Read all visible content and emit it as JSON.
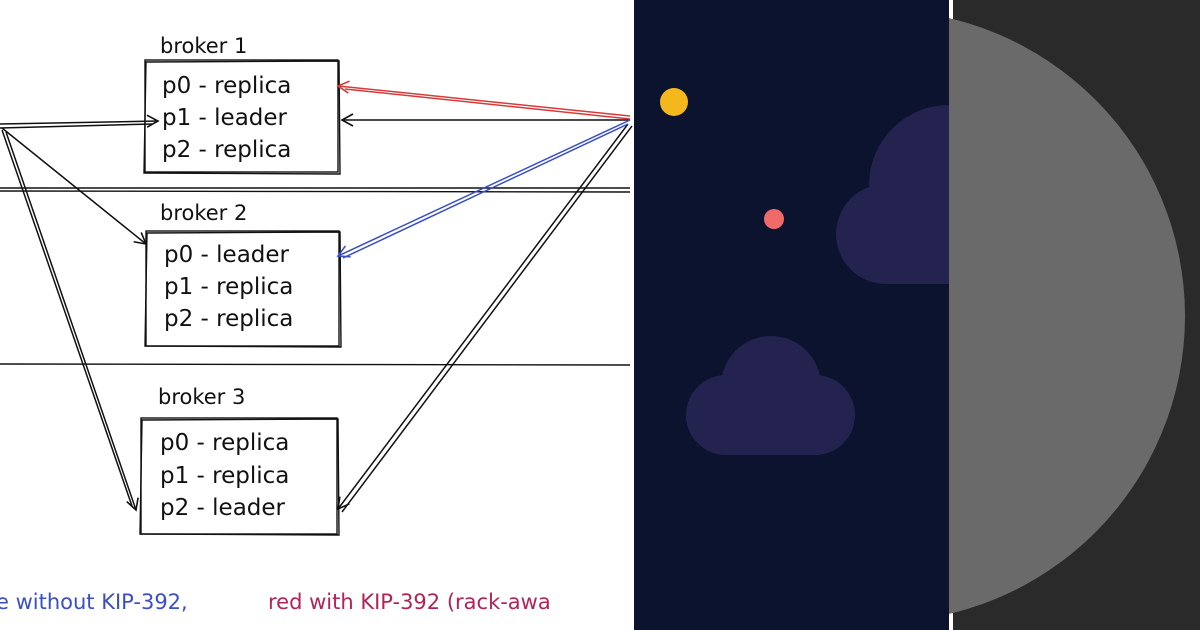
{
  "diagram": {
    "brokers": [
      {
        "title": "broker 1",
        "lines": [
          "p0 - replica",
          "p1 - leader",
          "p2 - replica"
        ]
      },
      {
        "title": "broker 2",
        "lines": [
          "p0 - leader",
          "p1 - replica",
          "p2 - replica"
        ]
      },
      {
        "title": "broker 3",
        "lines": [
          "p0 - replica",
          "p1 - replica",
          "p2 - leader"
        ]
      }
    ],
    "caption": {
      "blue": "e without KIP-392,",
      "red": "red with KIP-392 (rack-awa"
    },
    "colors": {
      "blue_arrow": "#3b4fc4",
      "red_arrow": "#d83a3a",
      "blue_text": "#3b4fc4",
      "red_text": "#b0245a",
      "ink": "#111111"
    }
  },
  "night_panel": {
    "colors": {
      "background": "#0b132e",
      "cloud": "#24234f",
      "sun": "#f5b81c",
      "dot": "#f06a6a"
    }
  },
  "moon_panel": {
    "colors": {
      "background": "#2a2a2a",
      "disc": "#6a6a6a"
    }
  }
}
